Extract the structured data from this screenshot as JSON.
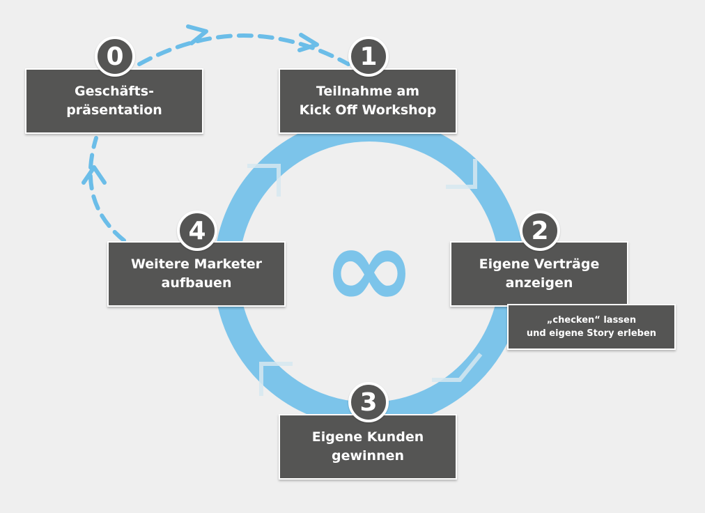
{
  "colors": {
    "box": "#555554",
    "ring": "#7cc4ea",
    "dashed": "#6bbde8",
    "background": "#efefef",
    "text": "#ffffff"
  },
  "center_symbol": "∞",
  "steps": [
    {
      "number": "0",
      "lines": [
        "Geschäfts-",
        "präsentation"
      ]
    },
    {
      "number": "1",
      "lines": [
        "Teilnahme am",
        "Kick Off Workshop"
      ]
    },
    {
      "number": "2",
      "lines": [
        "Eigene Verträge",
        "anzeigen"
      ]
    },
    {
      "number": "3",
      "lines": [
        "Eigene Kunden",
        "gewinnen"
      ]
    },
    {
      "number": "4",
      "lines": [
        "Weitere Marketer",
        "aufbauen"
      ]
    }
  ],
  "note": {
    "lines": [
      "„checken“ lassen",
      "und eigene Story erleben"
    ]
  }
}
